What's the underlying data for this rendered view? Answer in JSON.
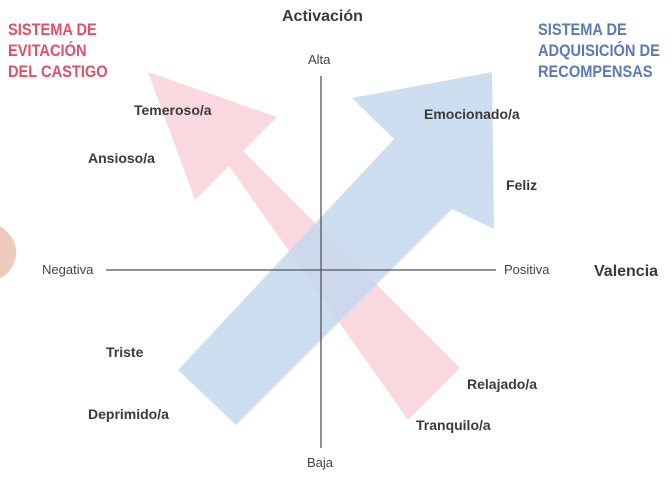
{
  "colors": {
    "punishment": "#e05068",
    "reward": "#5a7ab0",
    "punishment_arrow": "#f9d4dd",
    "reward_arrow": "#c5d8ef",
    "axis": "#555555"
  },
  "axes": {
    "vertical_title": "Activación",
    "vertical_high": "Alta",
    "vertical_low": "Baja",
    "horizontal_title": "Valencia",
    "horizontal_negative": "Negativa",
    "horizontal_positive": "Positiva"
  },
  "systems": {
    "punishment": [
      "SISTEMA DE",
      "EVITACIÓN",
      "DEL CASTIGO"
    ],
    "reward": [
      "SISTEMA DE",
      "ADQUISICIÓN DE",
      "RECOMPENSAS"
    ]
  },
  "emotions": {
    "fearful": "Temeroso/a",
    "anxious": "Ansioso/a",
    "excited": "Emocionado/a",
    "happy": "Feliz",
    "sad": "Triste",
    "depressed": "Deprimido/a",
    "relaxed": "Relajado/a",
    "calm": "Tranquilo/a"
  }
}
